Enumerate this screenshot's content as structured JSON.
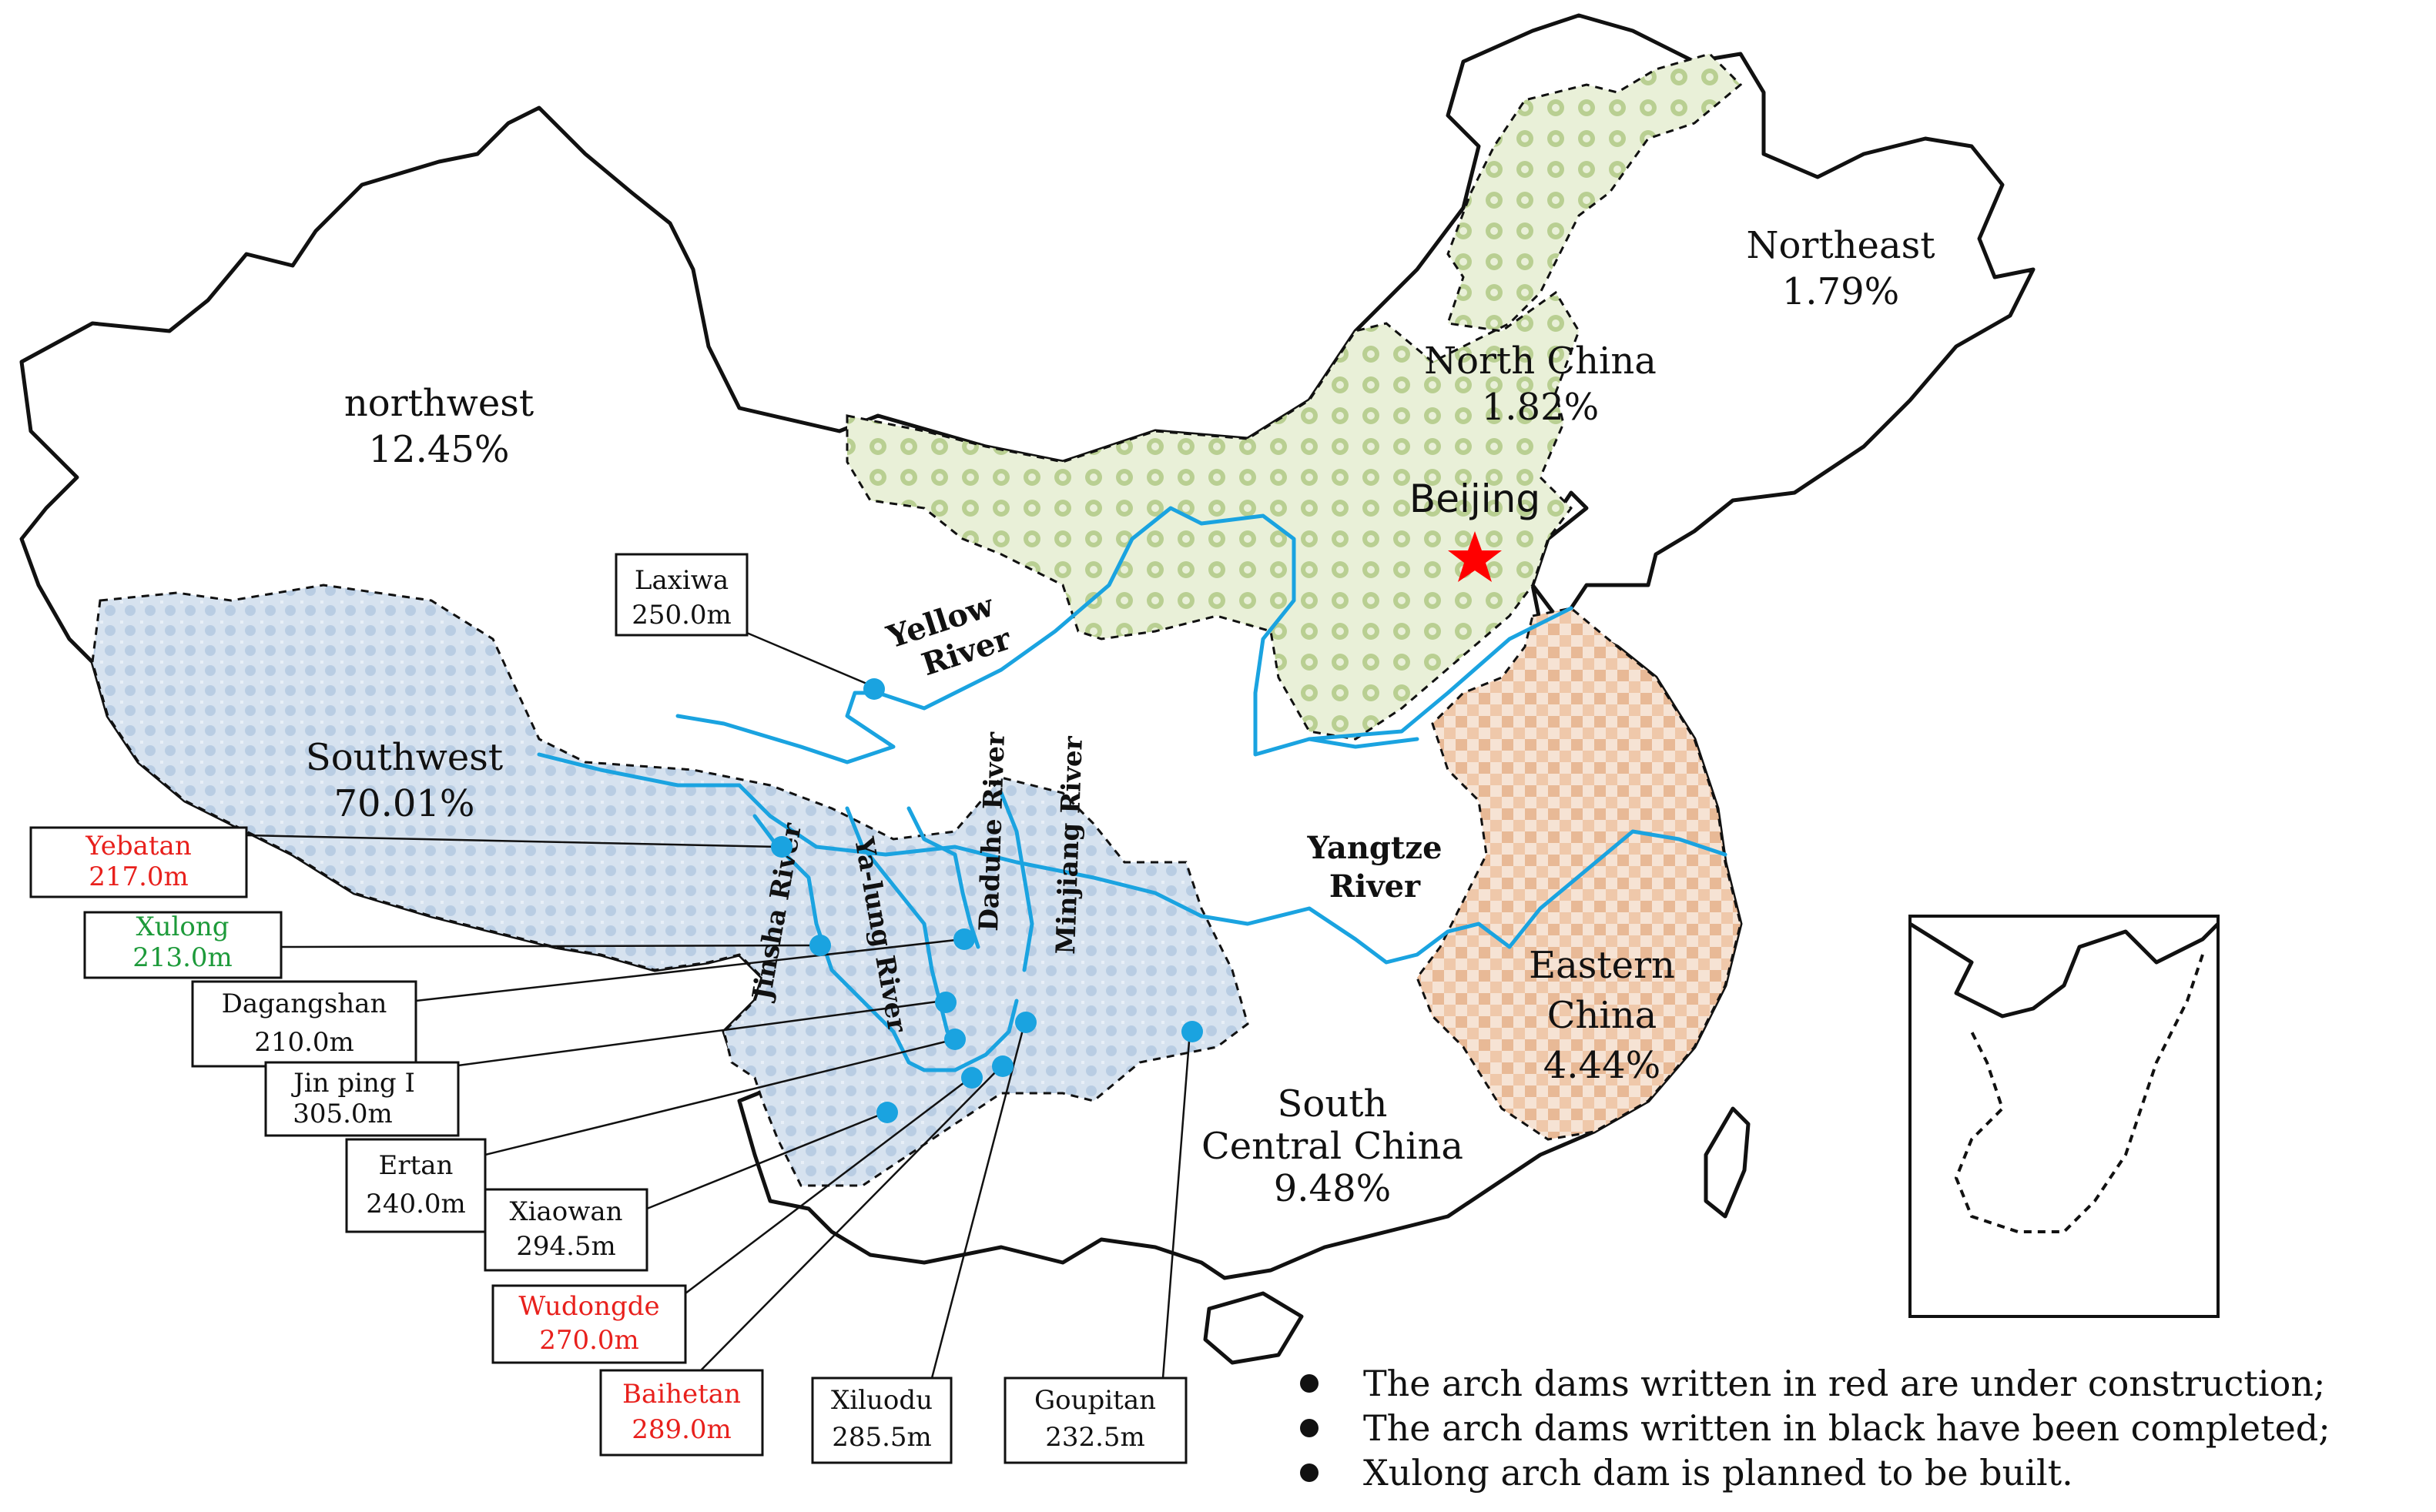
{
  "regions": [
    {
      "name": "northwest",
      "share": "12.45%"
    },
    {
      "name": "Northeast",
      "share": "1.79%"
    },
    {
      "name": "North China",
      "share": "1.82%"
    },
    {
      "name": "Southwest",
      "share": "70.01%"
    },
    {
      "name": "Eastern",
      "name2": "China",
      "share": "4.44%"
    },
    {
      "name": "South",
      "name2": "Central China",
      "share": "9.48%"
    }
  ],
  "capital": {
    "name": "Beijing",
    "marker_color": "#ff0000"
  },
  "rivers": {
    "yellow": [
      "Yellow",
      "River"
    ],
    "yangtze": [
      "Yangtze",
      "River"
    ],
    "jinsha": "Jinsha River",
    "yalong": "Ya-lung River",
    "daduhe": "Daduhe River",
    "minjiang": "Minjiang River"
  },
  "dams": [
    {
      "name": "Laxiwa",
      "height": "250.0m",
      "status": "completed"
    },
    {
      "name": "Yebatan",
      "height": "217.0m",
      "status": "under construction"
    },
    {
      "name": "Xulong",
      "height": "213.0m",
      "status": "planned"
    },
    {
      "name": "Dagangshan",
      "height": "210.0m",
      "status": "completed"
    },
    {
      "name": "Jin ping I",
      "height": "305.0m",
      "status": "completed"
    },
    {
      "name": "Ertan",
      "height": "240.0m",
      "status": "completed"
    },
    {
      "name": "Xiaowan",
      "height": "294.5m",
      "status": "completed"
    },
    {
      "name": "Wudongde",
      "height": "270.0m",
      "status": "under construction"
    },
    {
      "name": "Baihetan",
      "height": "289.0m",
      "status": "under construction"
    },
    {
      "name": "Xiluodu",
      "height": "285.5m",
      "status": "completed"
    },
    {
      "name": "Goupitan",
      "height": "232.5m",
      "status": "completed"
    }
  ],
  "colors": {
    "under_construction": "#e8201c",
    "completed": "#111111",
    "planned": "#1d9a3a",
    "river": "#1aa3e0",
    "southwest_fill": "#c9d9ec",
    "north_china_fill": "#dce8c4",
    "eastern_fill": "#f1d3bb"
  },
  "legend": [
    "The arch dams written in red are under construction;",
    "The arch dams written in black have been completed;",
    "Xulong arch dam is planned to be built."
  ]
}
